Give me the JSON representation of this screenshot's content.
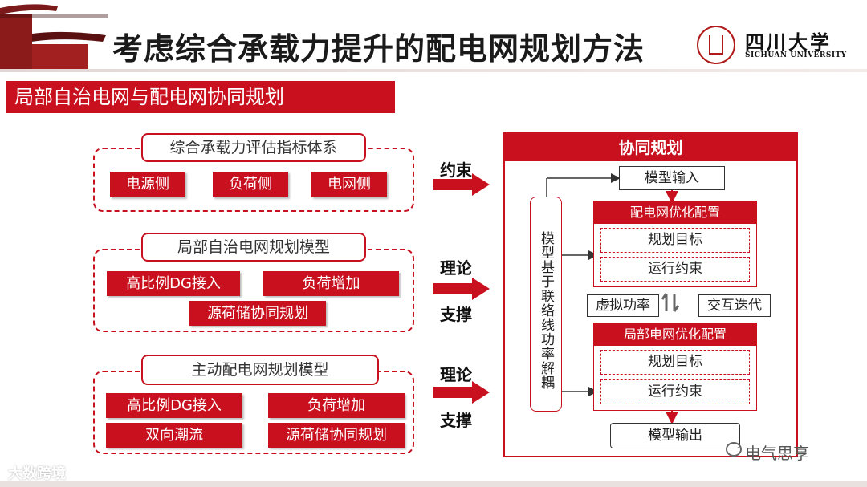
{
  "header": {
    "title": "考虑综合承载力提升的配电网规划方法",
    "university_cn": "四川大学",
    "university_en": "SICHUAN UNIVERSITY"
  },
  "section_title": "局部自治电网与配电网协同规划",
  "left": {
    "group1": {
      "title": "综合承载力评估指标体系",
      "items": [
        "电源侧",
        "负荷侧",
        "电网侧"
      ]
    },
    "group2": {
      "title": "局部自治电网规划模型",
      "items": [
        "高比例DG接入",
        "负荷增加",
        "源荷储协同规划"
      ]
    },
    "group3": {
      "title": "主动配电网规划模型",
      "items": [
        "高比例DG接入",
        "负荷增加",
        "双向潮流",
        "源荷储协同规划"
      ]
    }
  },
  "arrows": {
    "a1": "约束",
    "a2_top": "理论",
    "a2_bottom": "支撑",
    "a3_top": "理论",
    "a3_bottom": "支撑"
  },
  "panel": {
    "title": "协同规划",
    "model_input": "模型输入",
    "dist_opt": "配电网优化配置",
    "dist_goal": "规划目标",
    "dist_constraint": "运行约束",
    "virtual_power": "虚拟功率",
    "iteration": "交互迭代",
    "local_opt": "局部电网优化配置",
    "local_goal": "规划目标",
    "local_constraint": "运行约束",
    "model_output": "模型输出",
    "vertical_text": "模型基于联络线功率解耦"
  },
  "watermarks": {
    "left": "大数跨境",
    "right": "电气思享"
  },
  "colors": {
    "accent": "#c8101e"
  }
}
